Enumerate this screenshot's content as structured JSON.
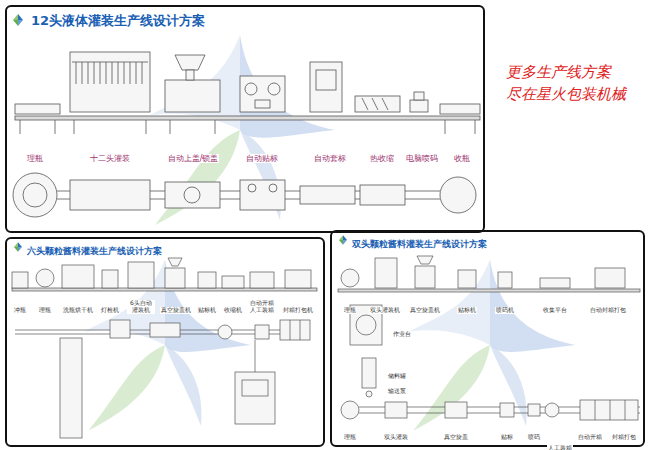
{
  "diagram": {
    "nodes": [
      {
        "text": [
          "12头液体灌装生产线设计方案"
        ]
      },
      {
        "text": [
          "六头颗粒酱料灌装生产线设计方案"
        ]
      },
      {
        "text": [
          "双头颗粒酱料灌装生产线设计方案"
        ]
      }
    ],
    "labels": [
      "更多生产线方案",
      "尽在星火包装机械",
      "理瓶",
      "十二头灌装",
      "自动上盖/锁盖",
      "自动贴标",
      "自动套标",
      "热收缩",
      "电脑喷码",
      "收瓶",
      "冲瓶",
      "理瓶",
      "洗瓶烘干机",
      "灯检机",
      "6头自动灌装机",
      "真空旋盖机",
      "贴标机",
      "收缩机",
      "自动开箱人工装箱",
      "封箱打包机",
      "理瓶",
      "双头灌装机",
      "真空旋盖机",
      "贴标机",
      "喷码机",
      "收集平台",
      "自动封箱打包",
      "作业台",
      "储料罐",
      "输送泵",
      "理瓶",
      "双头灌装",
      "真空旋盖",
      "贴标",
      "喷码",
      "人工装箱",
      "自动开箱",
      "封箱打包"
    ]
  }
}
